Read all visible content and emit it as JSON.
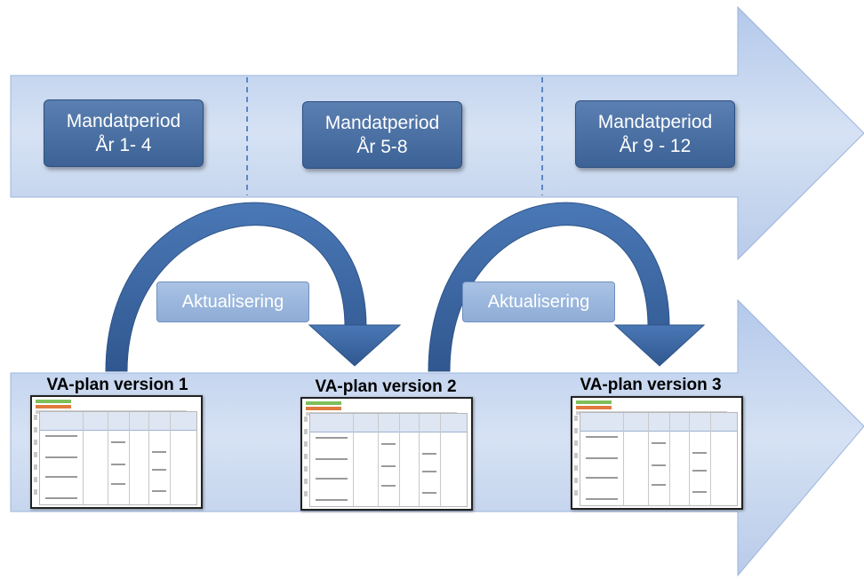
{
  "colors": {
    "arrow_fill": "#c3d4ee",
    "arrow_edge": "#9db5dc",
    "period_box": "#4a6fa5",
    "aktualisering_box": "#9cb6dd",
    "curved_arrow": "#3f6aa6",
    "divider": "#5b87c5"
  },
  "periods": [
    {
      "line1": "Mandatperiod",
      "line2": "År 1- 4"
    },
    {
      "line1": "Mandatperiod",
      "line2": "År 5-8"
    },
    {
      "line1": "Mandatperiod",
      "line2": "År 9 - 12"
    }
  ],
  "transitions": [
    {
      "label": "Aktualisering"
    },
    {
      "label": "Aktualisering"
    }
  ],
  "versions": [
    {
      "title": "VA-plan version 1"
    },
    {
      "title": "VA-plan version 2"
    },
    {
      "title": "VA-plan version 3"
    }
  ]
}
